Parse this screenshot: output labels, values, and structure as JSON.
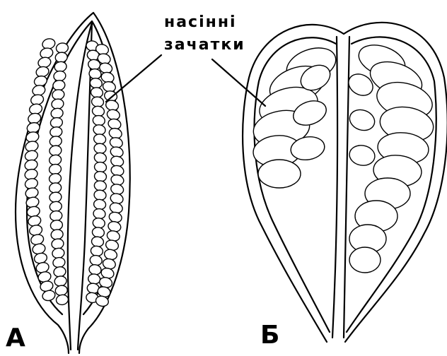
{
  "callout": {
    "line1": "насінні",
    "line2": "зачатки"
  },
  "panels": {
    "left": "А",
    "right": "Б"
  },
  "colors": {
    "ink": "#000000",
    "background": "#ffffff"
  }
}
